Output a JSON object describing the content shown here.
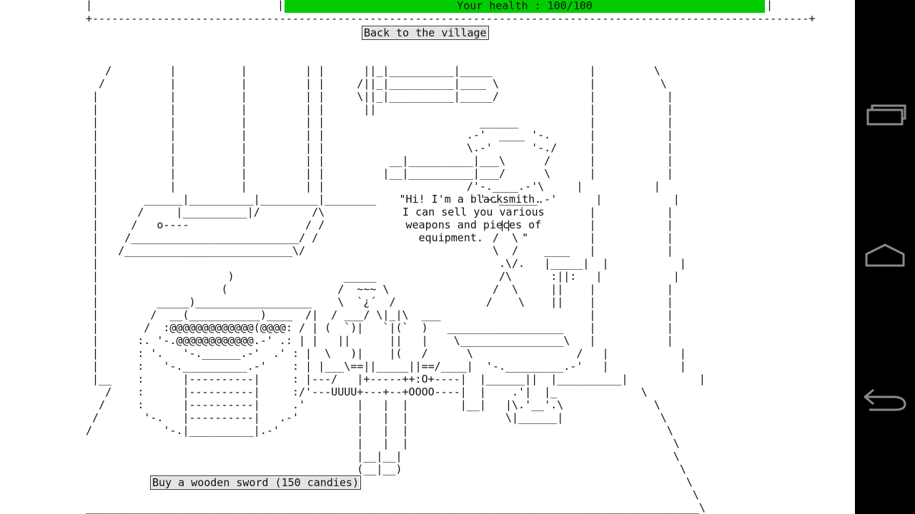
{
  "health": {
    "label": "Your health : 100/100",
    "current": 100,
    "max": 100,
    "fill_color": "#00cc00"
  },
  "separator": "+---------------------------------------------------------------------------------------------------------------+",
  "buttons": {
    "back": "Back to the village",
    "buy": "Buy a wooden sword (150 candies)"
  },
  "speech": "\"Hi! I'm a blacksmith.\n I can sell you various\n weapons and pieces of\n equipment.      \"",
  "scene_art": "   /         |          |         | |      ||_|__________|_____               |         \\\n  /          |          |         | |     /||_|__________|____ \\              |          \\\n |           |          |         | |     \\||_|__________|_____/              |           |\n |           |          |         | |      ||                                 |           |\n |           |          |         | |                        ______           |           |\n |           |          |         | |                      .-'  ____ '-.      |           |\n |           |          |         | |                      \\.-'      '-./     |           |\n |           |          |         | |          __|__________|___\\      /      |           |\n |           |          |         | |         |__|__________|___/      \\      |           |\n |           |          |         | |                      /'-.____.-'\\     |           |\n |       ______|__________|_________|________                '-.______.-'      |           |\n |      /     |__________|/        /\\                                         |           |\n |     /   o----                  / /                           ||            |           |\n |    /__________________________/ /                           /  \\           |           |\n |   /__________________________\\/                             \\  /    ____   |           |\n |                                                              .\\/.   |_____|  |           |\n |                    )                 _____                   /\\      :||:   |           |\n |                   (                 /  ~~~ \\                /  \\     ||    |           |\n |         _____)__________________    \\  `¿´  /              /    \\    ||    |           |\n |        /  __(___________)____  /|  / ___/ \\|_|\\  ___                       |           |\n |       /  :@@@@@@@@@@@@@(@@@@: / | (  `)|   `|(`  )   __________________    |           |\n |      :. '-.@@@@@@@@@@@@.-' .: | |   ||      ||   |    \\________________\\   |           |\n |      : '.   '-.______.-'  .' : |  \\   )|    |(   /      \\                /   |           |\n |      :   '-.__________.-'    : | |___\\==||_____||==/____|  '-._________.-'   |           |\n |__    :      |----------|     : |---/   |+-----++:O+----|  |______||  |__________|           |\n   /    :      |----------|     :/'---UUUU+---+--+OOOO----|  |    .'|  |_             \\\n  /     :      |----------|     .'        |   |  |        |__|   |\\.'__'.\\              \\\n /       '-.   |----------|   .-'         |   |  |               \\|______|               \\\n/           '-.|__________|.-'            |   |  |                                        \\\n                                          |   |  |                                         \\\n                                          |__|__|                                          \\\n                                          (__|__)                                           \\\n                                                                                             \\\n                                                                                              \\\n_______________________________________________________________________________________________\\",
  "nav": {
    "icons": [
      "recent-apps-icon",
      "home-icon",
      "back-icon"
    ],
    "bar_color": "#000000",
    "icon_color": "#8a8a8a"
  }
}
